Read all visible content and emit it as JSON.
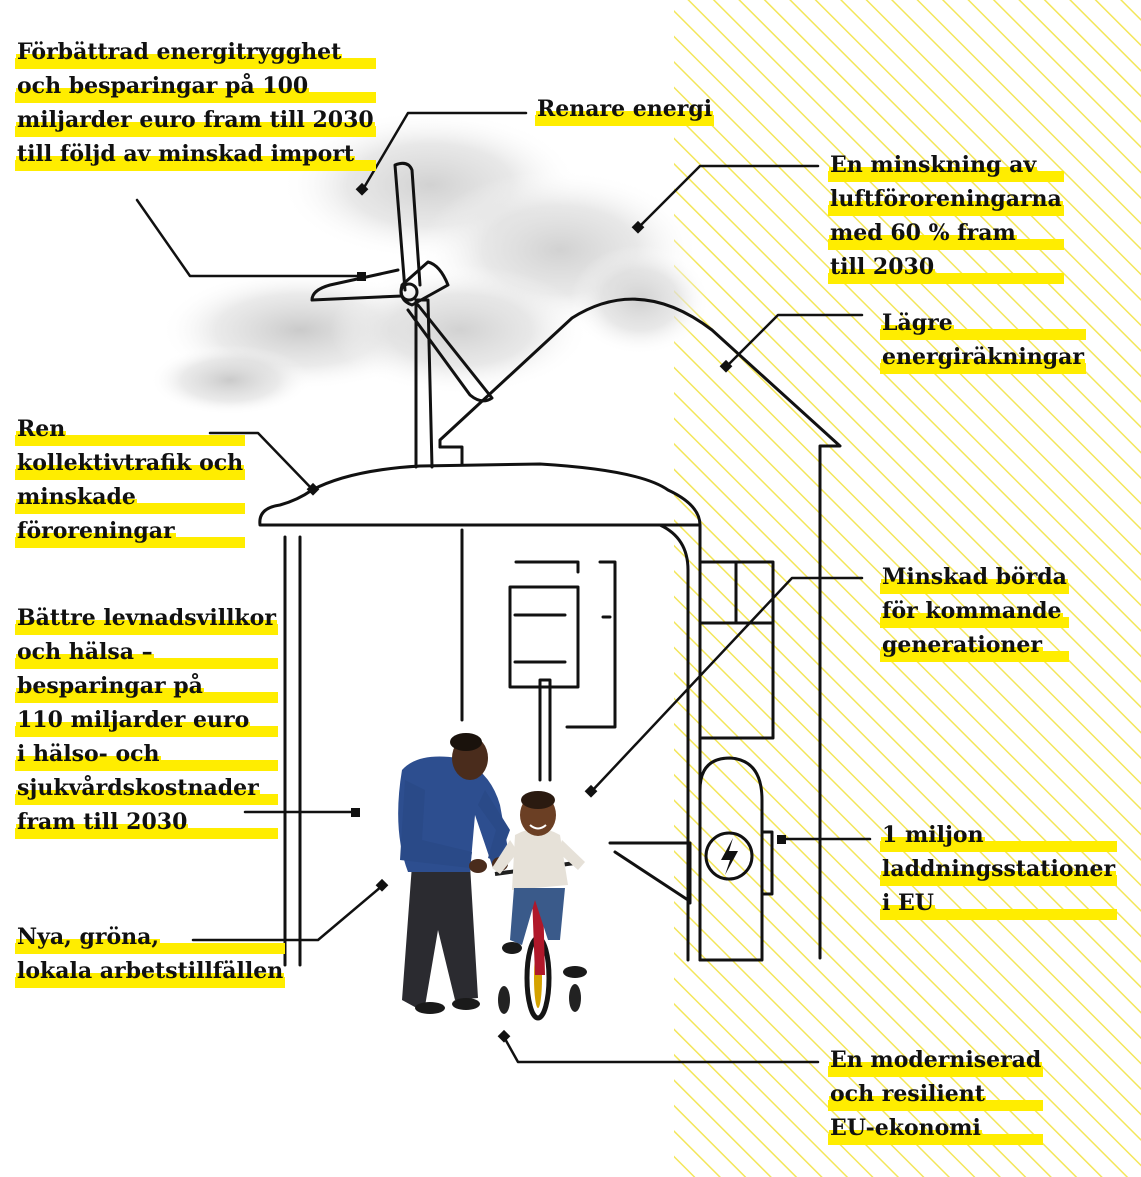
{
  "colors": {
    "highlight": "#ffed00",
    "stripe": "#f3e65a",
    "line": "#111111",
    "text": "#111111"
  },
  "labels": {
    "energy_security": [
      "Förbättrad energitrygghet",
      "och besparingar på 100",
      "miljarder euro fram till 2030",
      "till följd av minskad import"
    ],
    "cleaner_energy": [
      "Renare energi"
    ],
    "air_pollution": [
      "En minskning av",
      "luftföroreningarna",
      "med 60 % fram",
      "till 2030"
    ],
    "lower_bills": [
      "Lägre",
      "energiräkningar"
    ],
    "public_transport": [
      "Ren",
      "kollektivtrafik och",
      "minskade",
      "föroreningar"
    ],
    "living_conditions": [
      "Bättre levnadsvillkor",
      "och hälsa –",
      "besparingar på",
      "110 miljarder euro",
      "i hälso- och",
      "sjukvårdskostnader",
      "fram till 2030"
    ],
    "future_generations": [
      "Minskad börda",
      "för kommande",
      "generationer"
    ],
    "charging_stations": [
      "1 miljon",
      "laddningsstationer",
      "i EU"
    ],
    "green_jobs": [
      "Nya, gröna,",
      "lokala arbetstillfällen"
    ],
    "modern_economy": [
      "En moderniserad",
      "och resilient",
      "EU-ekonomi"
    ]
  },
  "icons": {
    "charging": "lightning-bolt-icon",
    "wind_turbine": "wind-turbine-icon",
    "photo": "father-child-bicycle-photo"
  }
}
